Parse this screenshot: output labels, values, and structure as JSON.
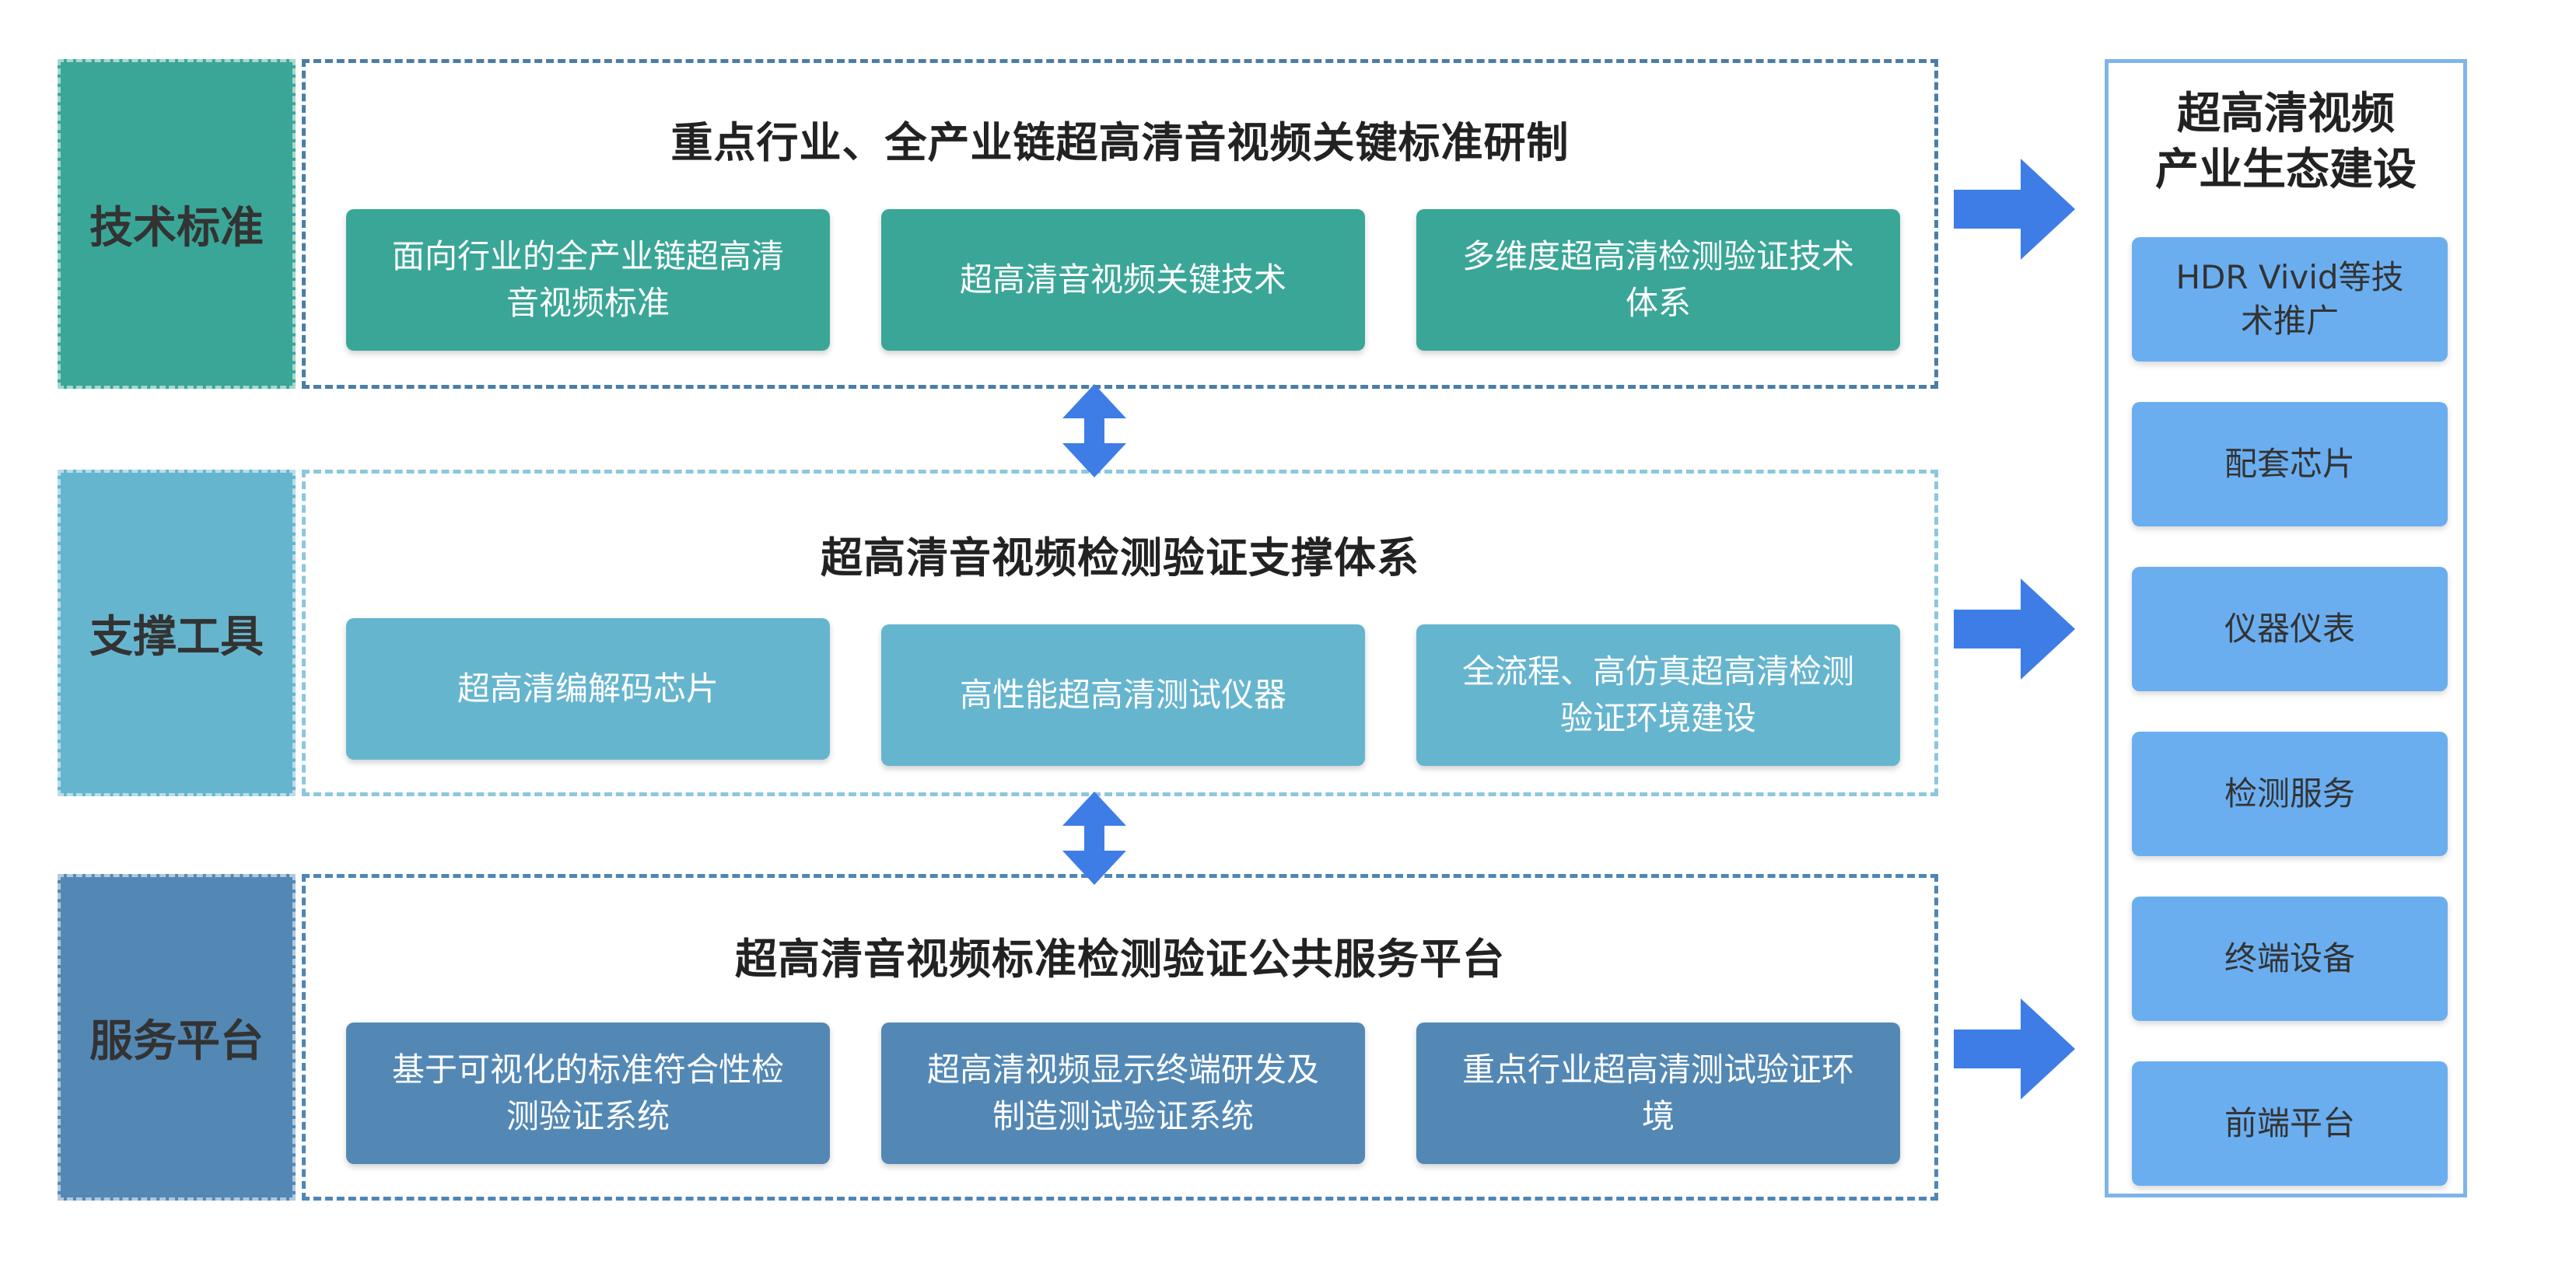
{
  "colors": {
    "tech": "#3aa697",
    "tech_border": "#4a7ea8",
    "tool": "#66b5cf",
    "tool_border": "#8cc7dd",
    "service": "#5388b5",
    "service_border": "#4f86b5",
    "arrow": "#3e7de6",
    "eco_item": "#6aaef0"
  },
  "layers": [
    {
      "label": "技术标准",
      "title": "重点行业、全产业链超高清音视频关键标准研制",
      "items": [
        "面向行业的全产业链超高清音视频标准",
        "超高清音视频关键技术",
        "多维度超高清检测验证技术体系"
      ]
    },
    {
      "label": "支撑工具",
      "title": "超高清音视频检测验证支撑体系",
      "items": [
        "超高清编解码芯片",
        "高性能超高清测试仪器",
        "全流程、高仿真超高清检测验证环境建设"
      ]
    },
    {
      "label": "服务平台",
      "title": "超高清音视频标准检测验证公共服务平台",
      "items": [
        "基于可视化的标准符合性检测验证系统",
        "超高清视频显示终端研发及制造测试验证系统",
        "重点行业超高清测试验证环境"
      ]
    }
  ],
  "ecosystem": {
    "title_line1": "超高清视频",
    "title_line2": "产业生态建设",
    "items": [
      "HDR Vivid等技术推广",
      "配套芯片",
      "仪器仪表",
      "检测服务",
      "终端设备",
      "前端平台"
    ]
  }
}
